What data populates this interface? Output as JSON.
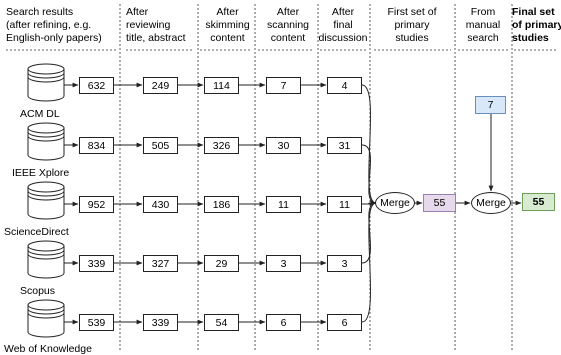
{
  "headers": [
    {
      "text": "Search results\n(after refining, e.g.\nEnglish-only papers)",
      "bold": false
    },
    {
      "text": "After\nreviewing\ntitle, abstract",
      "bold": false
    },
    {
      "text": "After\nskimming\ncontent",
      "bold": false
    },
    {
      "text": "After\nscanning\ncontent",
      "bold": false
    },
    {
      "text": "After\nfinal\ndiscussion",
      "bold": false
    },
    {
      "text": "First set of\nprimary\nstudies",
      "bold": false
    },
    {
      "text": "From\nmanual\nsearch",
      "bold": false
    },
    {
      "text": "Final set\nof primary\nstudies",
      "bold": true
    }
  ],
  "sources": [
    {
      "name": "ACM DL",
      "values": [
        "632",
        "249",
        "114",
        "7",
        "4"
      ]
    },
    {
      "name": "IEEE Xplore",
      "values": [
        "834",
        "505",
        "326",
        "30",
        "31"
      ]
    },
    {
      "name": "ScienceDirect",
      "values": [
        "952",
        "430",
        "186",
        "11",
        "11"
      ]
    },
    {
      "name": "Scopus",
      "values": [
        "339",
        "327",
        "29",
        "3",
        "3"
      ]
    },
    {
      "name": "Web of Knowledge",
      "values": [
        "539",
        "339",
        "54",
        "6",
        "6"
      ]
    }
  ],
  "merge1_label": "Merge",
  "merge2_label": "Merge",
  "first_set": {
    "value": "55",
    "color": "#e6d9ec",
    "border": "#9a7fb0"
  },
  "manual": {
    "value": "7",
    "color": "#d9e8f8",
    "border": "#6a8fbf"
  },
  "final": {
    "value": "55",
    "color": "#d8ebd0",
    "border": "#6fa05a"
  },
  "colors": {
    "line": "#222222",
    "divider": "#333333"
  }
}
